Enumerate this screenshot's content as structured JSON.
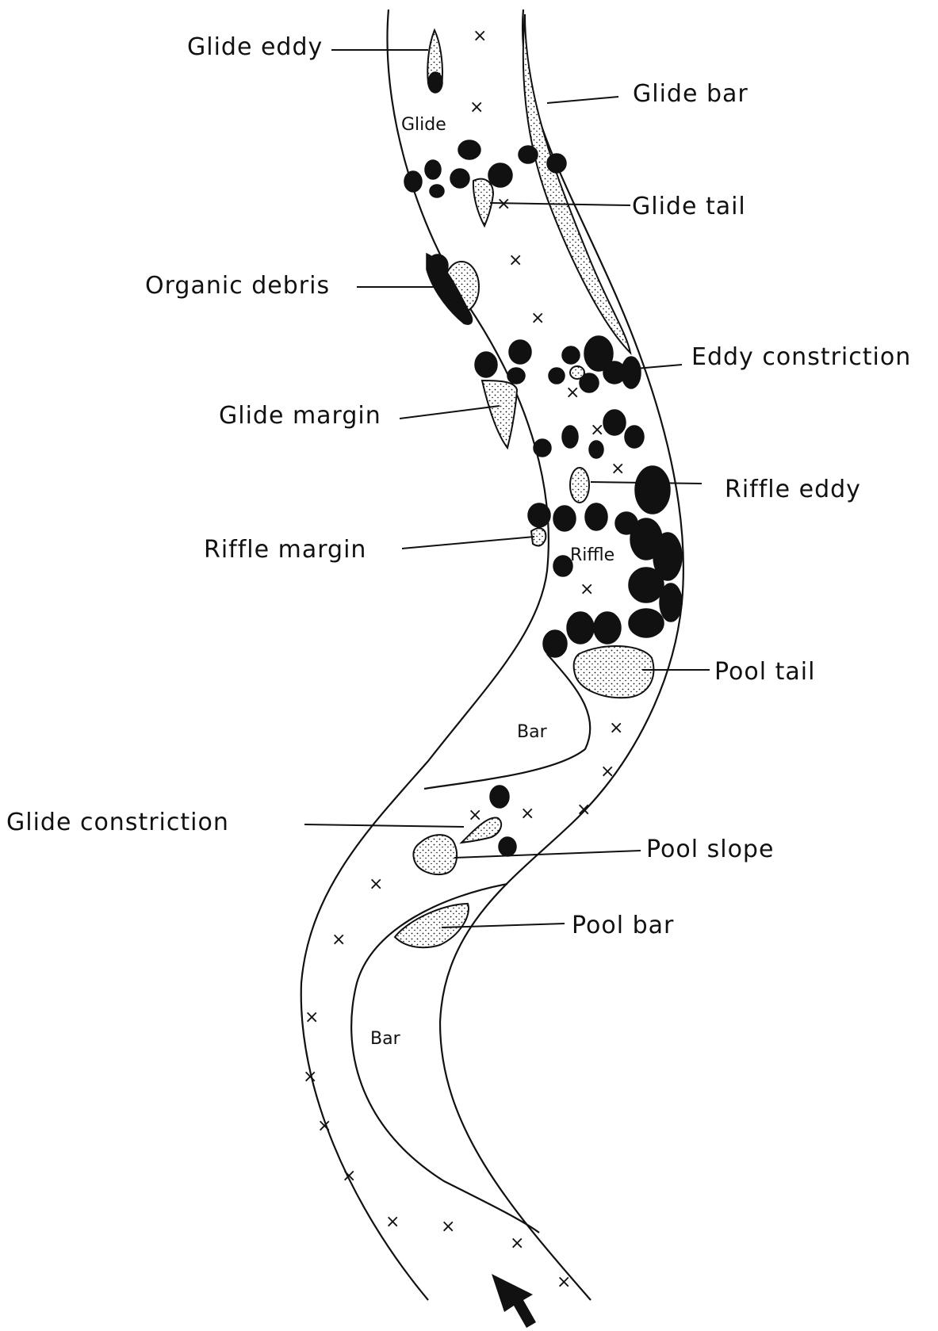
{
  "labels": {
    "glide_eddy": "Glide eddy",
    "glide_bar": "Glide bar",
    "glide_tail": "Glide tail",
    "organic_debris": "Organic debris",
    "eddy_constriction": "Eddy constriction",
    "glide_margin": "Glide margin",
    "riffle_eddy": "Riffle eddy",
    "riffle_margin": "Riffle margin",
    "pool_tail": "Pool tail",
    "glide_constriction": "Glide constriction",
    "pool_slope": "Pool slope",
    "pool_bar": "Pool bar"
  },
  "inner_labels": {
    "glide": "Glide",
    "riffle": "Riffle",
    "bar_upper": "Bar",
    "bar_lower": "Bar"
  },
  "icons": {
    "flow_arrow": "arrow-up-left-icon",
    "cross_marker": "x-mark-icon"
  },
  "colors": {
    "ink": "#111111",
    "paper": "#ffffff"
  }
}
